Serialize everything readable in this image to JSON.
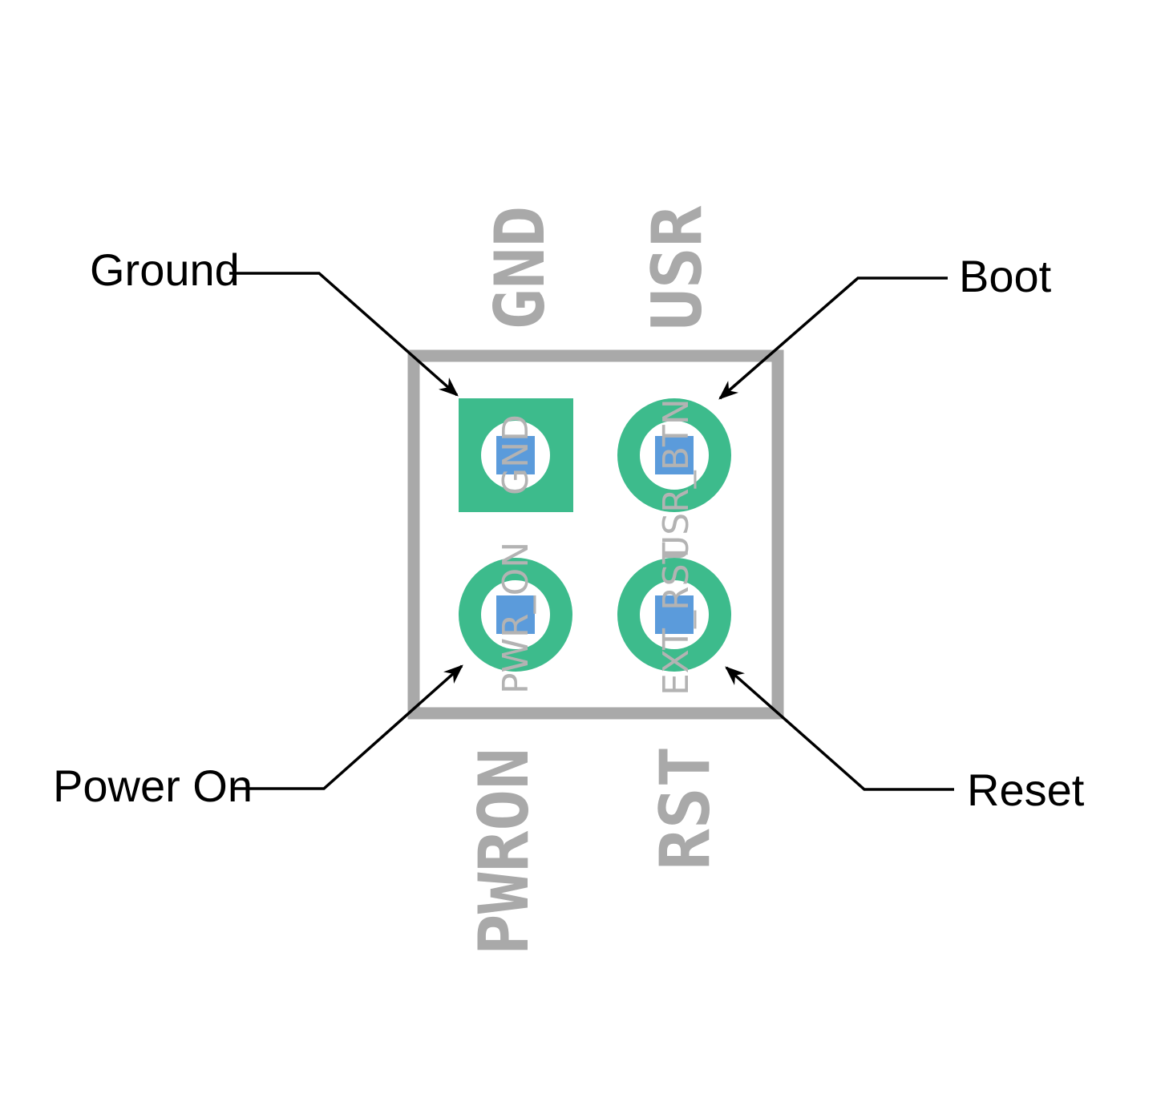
{
  "colors": {
    "silkscreen": "#a9a9a9",
    "pad": "#3dbb8c",
    "drill": "#ffffff",
    "via": "#5b9bdb",
    "leader": "#000000"
  },
  "outer_labels": {
    "gnd": "GND",
    "usr": "USR",
    "pwron": "PWRON",
    "rst": "RST"
  },
  "inner_labels": {
    "gnd": "GND",
    "usr_btn": "USR_BTN",
    "pwr_on": "PWR_ON",
    "ext_rst": "EXT_RST"
  },
  "callouts": {
    "ground": "Ground",
    "boot": "Boot",
    "power_on": "Power On",
    "reset": "Reset"
  },
  "pads": [
    {
      "id": "gnd",
      "shape": "square"
    },
    {
      "id": "usr",
      "shape": "round"
    },
    {
      "id": "pwron",
      "shape": "round"
    },
    {
      "id": "rst",
      "shape": "round"
    }
  ]
}
